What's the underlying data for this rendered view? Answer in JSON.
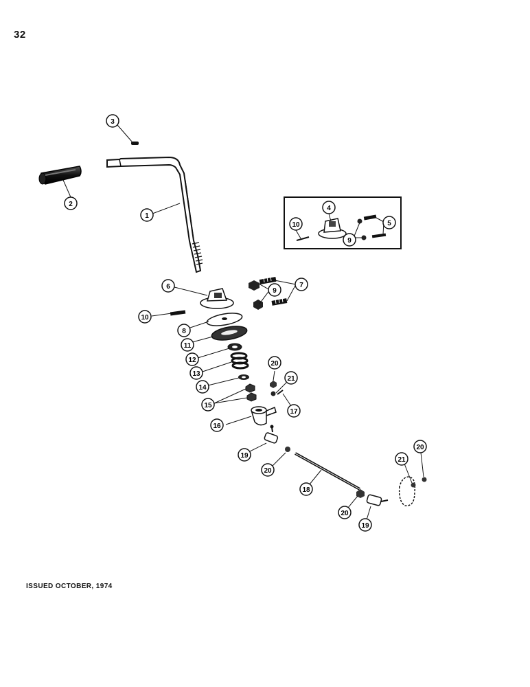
{
  "page": {
    "number": "32",
    "issued": "ISSUED OCTOBER, 1974"
  },
  "callouts": [
    {
      "id": "c1",
      "label": "1"
    },
    {
      "id": "c2",
      "label": "2"
    },
    {
      "id": "c3",
      "label": "3"
    },
    {
      "id": "c4",
      "label": "4"
    },
    {
      "id": "c5",
      "label": "5"
    },
    {
      "id": "c6",
      "label": "6"
    },
    {
      "id": "c7",
      "label": "7"
    },
    {
      "id": "c8",
      "label": "8"
    },
    {
      "id": "c9a",
      "label": "9"
    },
    {
      "id": "c9b",
      "label": "9"
    },
    {
      "id": "c10a",
      "label": "10"
    },
    {
      "id": "c10b",
      "label": "10"
    },
    {
      "id": "c11",
      "label": "11"
    },
    {
      "id": "c12",
      "label": "12"
    },
    {
      "id": "c13",
      "label": "13"
    },
    {
      "id": "c14",
      "label": "14"
    },
    {
      "id": "c15",
      "label": "15"
    },
    {
      "id": "c16",
      "label": "16"
    },
    {
      "id": "c17",
      "label": "17"
    },
    {
      "id": "c18",
      "label": "18"
    },
    {
      "id": "c19a",
      "label": "19"
    },
    {
      "id": "c19b",
      "label": "19"
    },
    {
      "id": "c20a",
      "label": "20"
    },
    {
      "id": "c20b",
      "label": "20"
    },
    {
      "id": "c20c",
      "label": "20"
    },
    {
      "id": "c20d",
      "label": "20"
    },
    {
      "id": "c21a",
      "label": "21"
    },
    {
      "id": "c21b",
      "label": "21"
    }
  ]
}
